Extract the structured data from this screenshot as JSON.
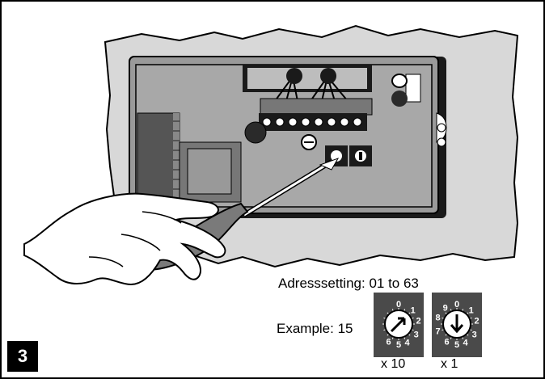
{
  "figure": {
    "step_number": "3",
    "address_caption": "Adresssetting: 01 to 63",
    "example_caption": "Example: 15",
    "dials": [
      {
        "multiplier": "x 10",
        "digits": [
          "0",
          "1",
          "2",
          "3",
          "4",
          "5",
          "6"
        ],
        "setting": 1
      },
      {
        "multiplier": "x 1",
        "digits": [
          "0",
          "1",
          "2",
          "3",
          "4",
          "5",
          "6",
          "7",
          "8",
          "9"
        ],
        "setting": 5
      }
    ]
  }
}
